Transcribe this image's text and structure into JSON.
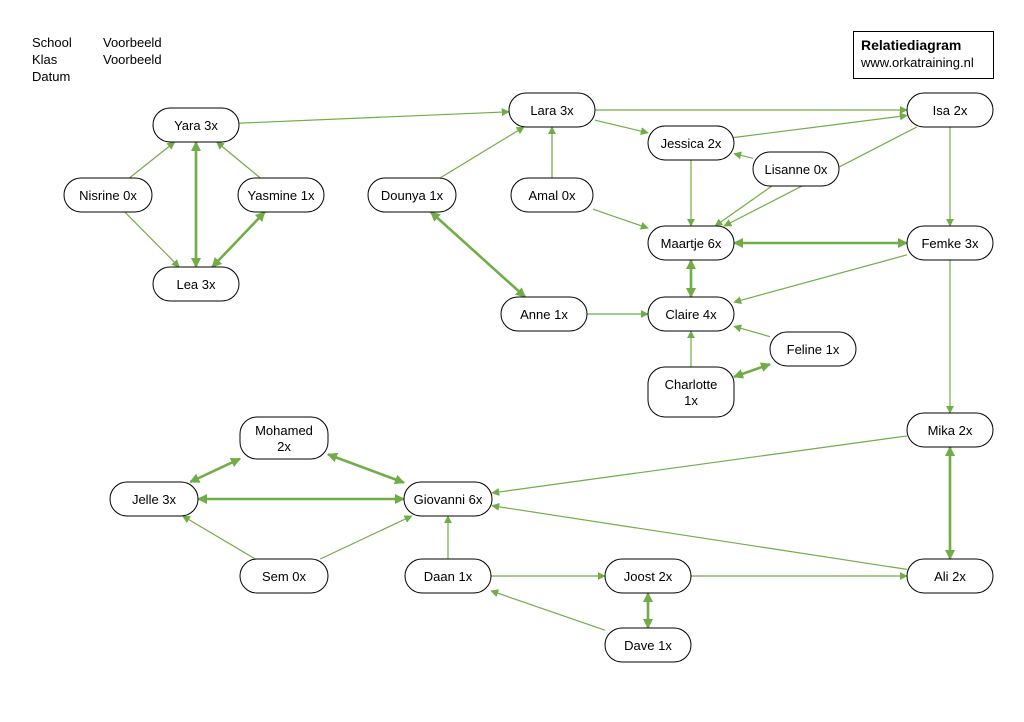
{
  "header": {
    "school_label": "School",
    "school_value": "Voorbeeld",
    "klas_label": "Klas",
    "klas_value": "Voorbeeld",
    "datum_label": "Datum",
    "datum_value": ""
  },
  "title_box": {
    "title": "Relatiediagram",
    "url": "www.orkatraining.nl"
  },
  "colors": {
    "edge": "#70ad47",
    "node_border": "#000000"
  },
  "nodes": [
    {
      "id": "yara",
      "lines": [
        "Yara 3x"
      ]
    },
    {
      "id": "nisrine",
      "lines": [
        "Nisrine 0x"
      ]
    },
    {
      "id": "yasmine",
      "lines": [
        "Yasmine 1x"
      ]
    },
    {
      "id": "lea",
      "lines": [
        "Lea 3x"
      ]
    },
    {
      "id": "dounya",
      "lines": [
        "Dounya 1x"
      ]
    },
    {
      "id": "lara",
      "lines": [
        "Lara 3x"
      ]
    },
    {
      "id": "amal",
      "lines": [
        "Amal 0x"
      ]
    },
    {
      "id": "jessica",
      "lines": [
        "Jessica 2x"
      ]
    },
    {
      "id": "lisanne",
      "lines": [
        "Lisanne 0x"
      ]
    },
    {
      "id": "isa",
      "lines": [
        "Isa 2x"
      ]
    },
    {
      "id": "maartje",
      "lines": [
        "Maartje 6x"
      ]
    },
    {
      "id": "femke",
      "lines": [
        "Femke 3x"
      ]
    },
    {
      "id": "anne",
      "lines": [
        "Anne 1x"
      ]
    },
    {
      "id": "claire",
      "lines": [
        "Claire 4x"
      ]
    },
    {
      "id": "feline",
      "lines": [
        "Feline 1x"
      ]
    },
    {
      "id": "charlotte",
      "lines": [
        "Charlotte",
        "1x"
      ]
    },
    {
      "id": "mohamed",
      "lines": [
        "Mohamed",
        "2x"
      ]
    },
    {
      "id": "mika",
      "lines": [
        "Mika 2x"
      ]
    },
    {
      "id": "jelle",
      "lines": [
        "Jelle 3x"
      ]
    },
    {
      "id": "giovanni",
      "lines": [
        "Giovanni 6x"
      ]
    },
    {
      "id": "sem",
      "lines": [
        "Sem 0x"
      ]
    },
    {
      "id": "daan",
      "lines": [
        "Daan 1x"
      ]
    },
    {
      "id": "joost",
      "lines": [
        "Joost 2x"
      ]
    },
    {
      "id": "ali",
      "lines": [
        "Ali 2x"
      ]
    },
    {
      "id": "dave",
      "lines": [
        "Dave 1x"
      ]
    }
  ],
  "edges": [
    {
      "from": "nisrine",
      "to": "yara",
      "mutual": false
    },
    {
      "from": "nisrine",
      "to": "lea",
      "mutual": false
    },
    {
      "from": "yara",
      "to": "lea",
      "mutual": true
    },
    {
      "from": "yasmine",
      "to": "yara",
      "mutual": false
    },
    {
      "from": "yasmine",
      "to": "lea",
      "mutual": true
    },
    {
      "from": "yara",
      "to": "lara",
      "mutual": false
    },
    {
      "from": "dounya",
      "to": "lara",
      "mutual": false
    },
    {
      "from": "dounya",
      "to": "anne",
      "mutual": true
    },
    {
      "from": "lara",
      "to": "isa",
      "mutual": false
    },
    {
      "from": "lara",
      "to": "jessica",
      "mutual": false
    },
    {
      "from": "amal",
      "to": "lara",
      "mutual": false
    },
    {
      "from": "amal",
      "to": "maartje",
      "mutual": false
    },
    {
      "from": "jessica",
      "to": "isa",
      "mutual": false
    },
    {
      "from": "jessica",
      "to": "maartje",
      "mutual": false
    },
    {
      "from": "lisanne",
      "to": "jessica",
      "mutual": false
    },
    {
      "from": "lisanne",
      "to": "maartje",
      "mutual": false
    },
    {
      "from": "isa",
      "to": "maartje",
      "mutual": false
    },
    {
      "from": "isa",
      "to": "femke",
      "mutual": false
    },
    {
      "from": "maartje",
      "to": "femke",
      "mutual": true
    },
    {
      "from": "maartje",
      "to": "claire",
      "mutual": true
    },
    {
      "from": "femke",
      "to": "claire",
      "mutual": false
    },
    {
      "from": "femke",
      "to": "mika",
      "mutual": false
    },
    {
      "from": "anne",
      "to": "claire",
      "mutual": false
    },
    {
      "from": "feline",
      "to": "claire",
      "mutual": false
    },
    {
      "from": "charlotte",
      "to": "claire",
      "mutual": false
    },
    {
      "from": "charlotte",
      "to": "feline",
      "mutual": true
    },
    {
      "from": "mika",
      "to": "giovanni",
      "mutual": false
    },
    {
      "from": "mika",
      "to": "ali",
      "mutual": true
    },
    {
      "from": "ali",
      "to": "giovanni",
      "mutual": false
    },
    {
      "from": "mohamed",
      "to": "jelle",
      "mutual": true
    },
    {
      "from": "mohamed",
      "to": "giovanni",
      "mutual": true
    },
    {
      "from": "jelle",
      "to": "giovanni",
      "mutual": true
    },
    {
      "from": "sem",
      "to": "jelle",
      "mutual": false
    },
    {
      "from": "sem",
      "to": "giovanni",
      "mutual": false
    },
    {
      "from": "daan",
      "to": "giovanni",
      "mutual": false
    },
    {
      "from": "daan",
      "to": "joost",
      "mutual": false
    },
    {
      "from": "dave",
      "to": "daan",
      "mutual": false
    },
    {
      "from": "joost",
      "to": "dave",
      "mutual": true
    },
    {
      "from": "joost",
      "to": "ali",
      "mutual": false
    }
  ]
}
